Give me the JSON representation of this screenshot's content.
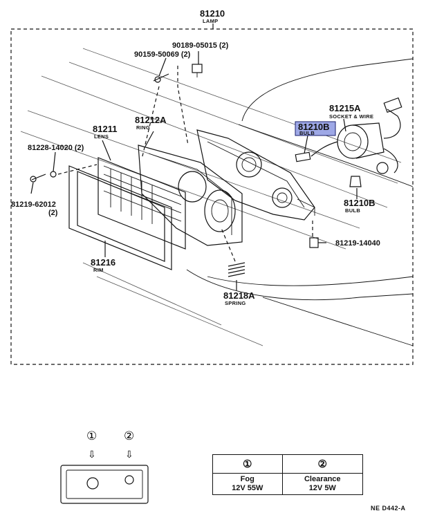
{
  "diagram": {
    "assembly": {
      "number": "81210",
      "name": "LAMP"
    },
    "parts": {
      "p90189": {
        "number": "90189-05015 (2)"
      },
      "p90159": {
        "number": "90159-50069 (2)"
      },
      "p81215A": {
        "number": "81215A",
        "name": "SOCKET & WIRE"
      },
      "p81210B_top": {
        "number": "81210B",
        "name": "BULB"
      },
      "p81212A": {
        "number": "81212A",
        "name": "RING"
      },
      "p81211": {
        "number": "81211",
        "name": "LENS"
      },
      "p81228": {
        "number": "81228-14020 (2)"
      },
      "p81219_62012": {
        "number": "81219-62012",
        "qty": "(2)"
      },
      "p81210B_bottom": {
        "number": "81210B",
        "name": "BULB"
      },
      "p81219_14040": {
        "number": "81219-14040"
      },
      "p81216": {
        "number": "81216",
        "name": "RIM"
      },
      "p81218A": {
        "number": "81218A",
        "name": "SPRING"
      }
    },
    "highlight_color": "#9ea8e6"
  },
  "socket_detail": {
    "marker_1": "①",
    "marker_2": "②",
    "arrow": "⇩"
  },
  "bulb_table": {
    "header_1": "①",
    "header_2": "②",
    "col1_line1": "Fog",
    "col1_line2": "12V 55W",
    "col2_line1": "Clearance",
    "col2_line2": "12V 5W"
  },
  "footer": {
    "ref": "NE D442-A"
  }
}
